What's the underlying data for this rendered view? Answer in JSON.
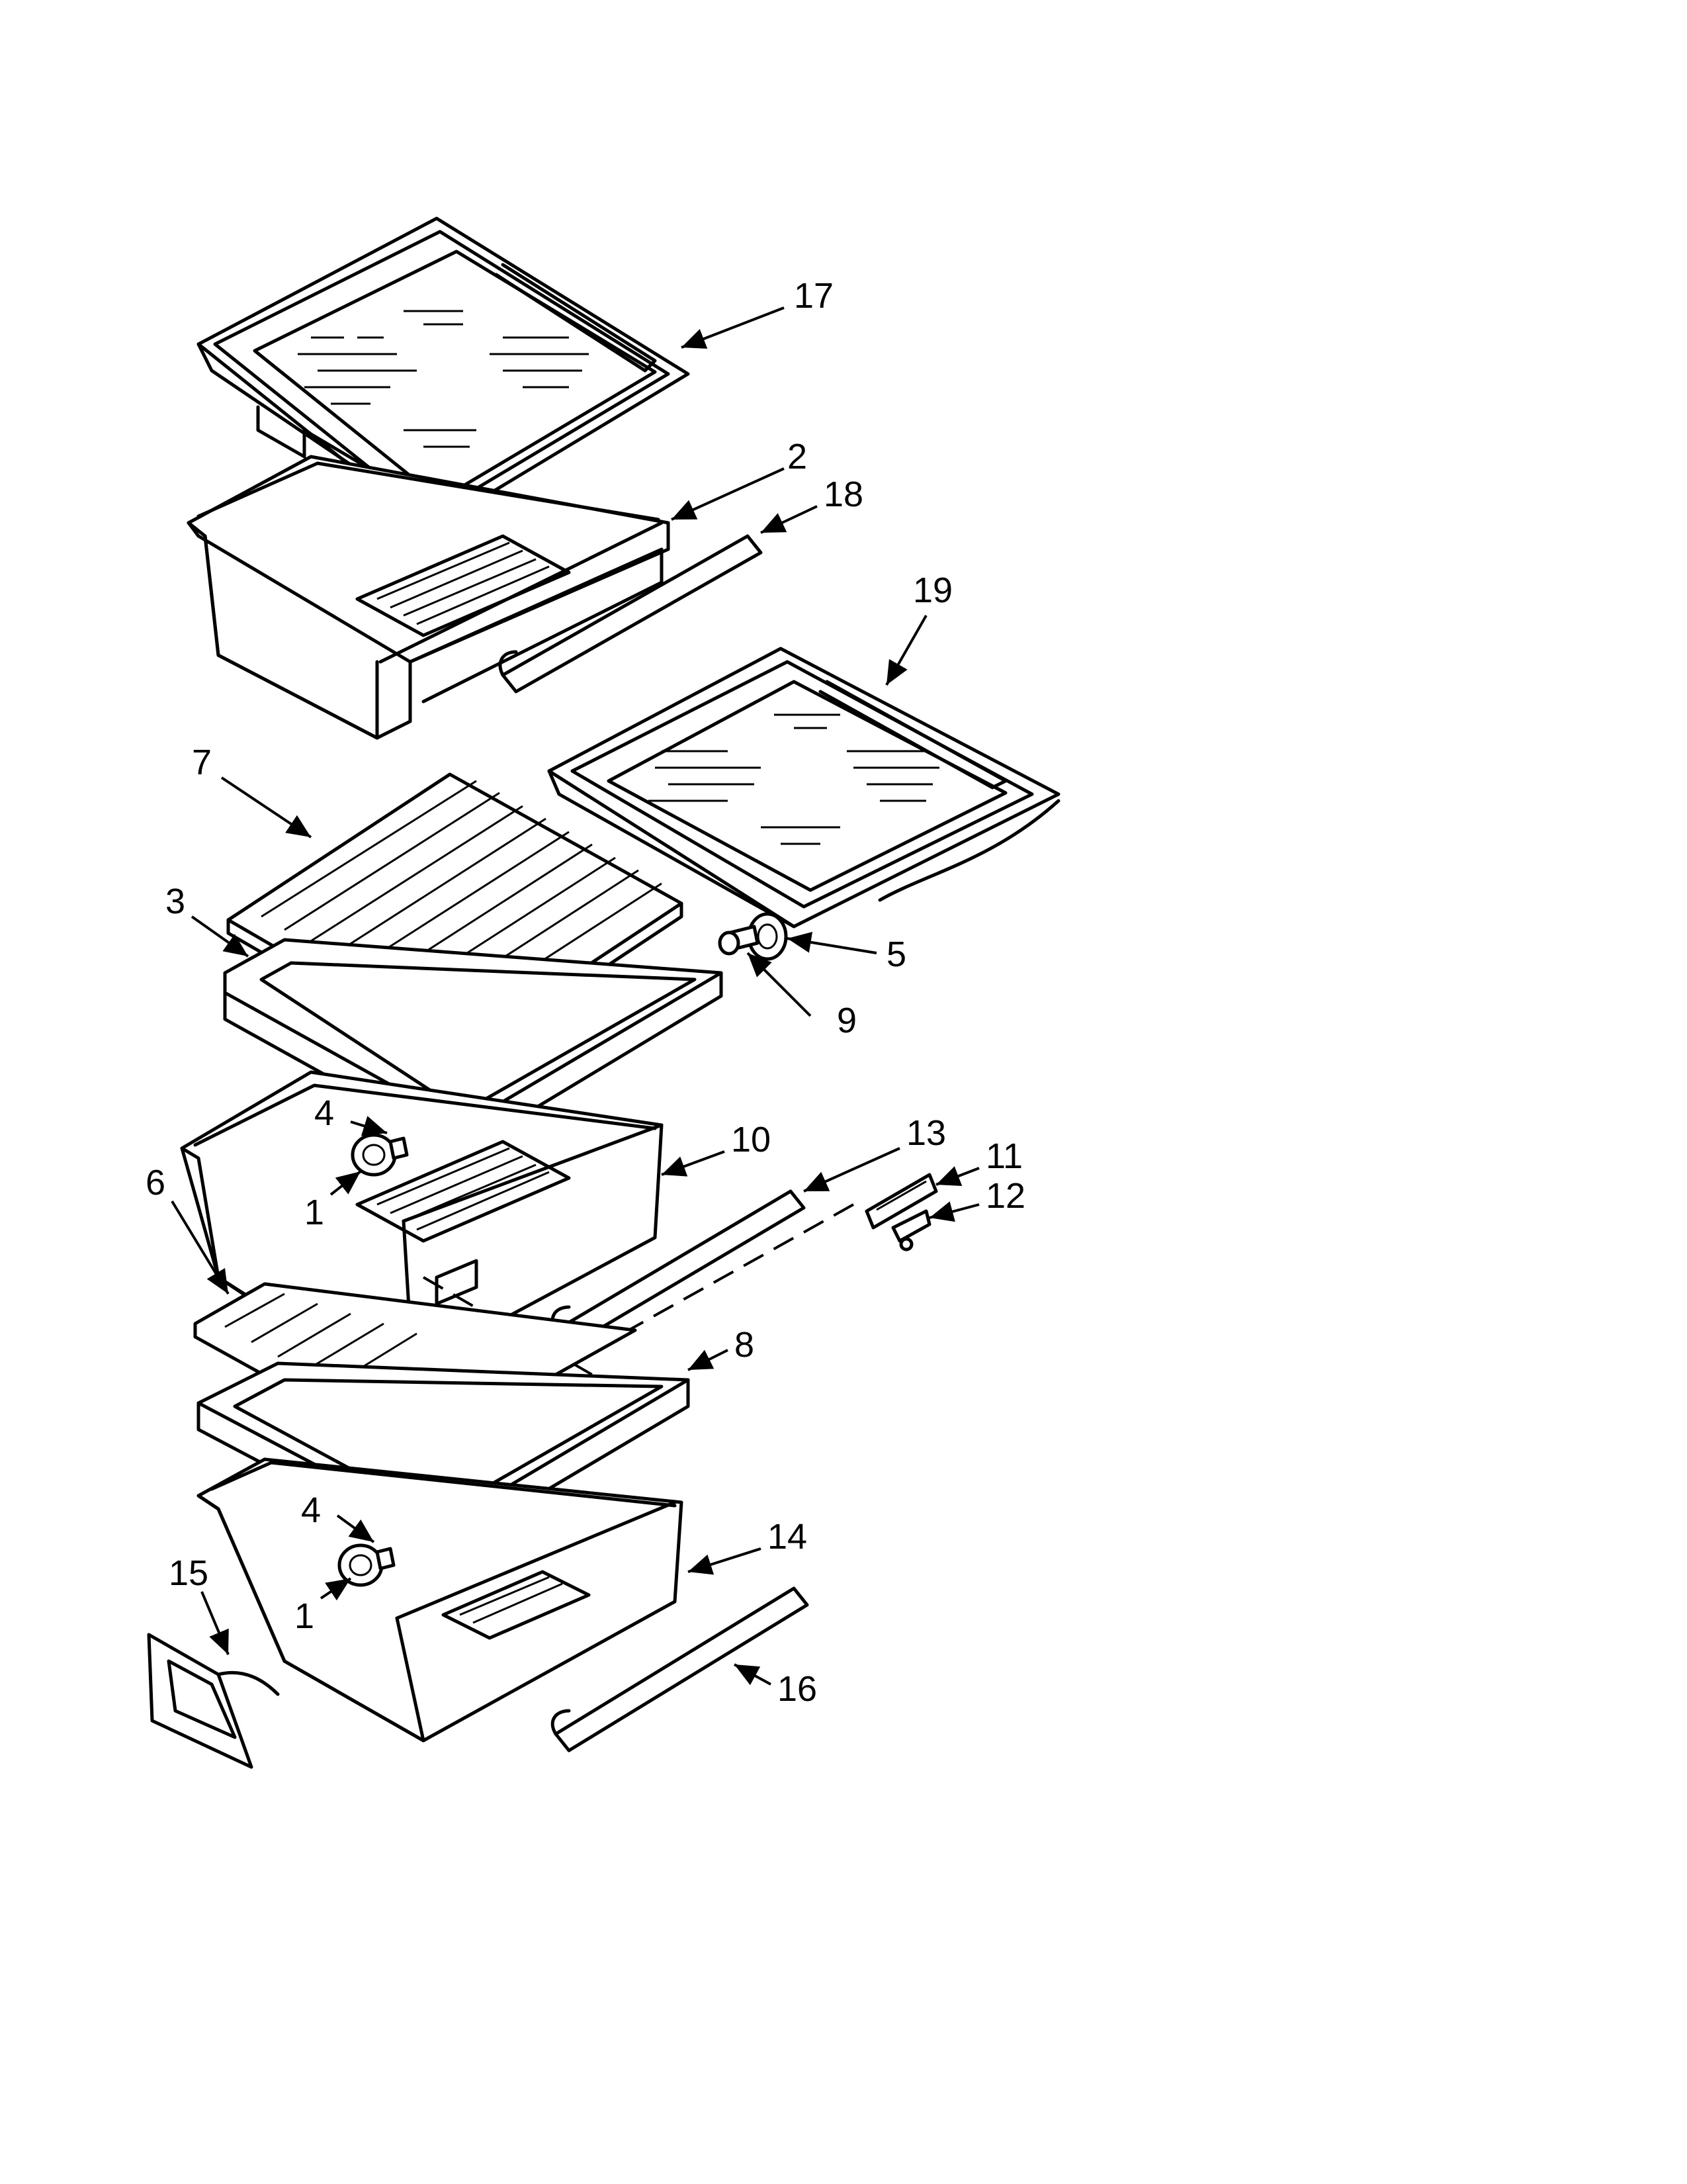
{
  "callouts": {
    "c1a": "1",
    "c1b": "1",
    "c2": "2",
    "c3": "3",
    "c4a": "4",
    "c4b": "4",
    "c5": "5",
    "c6": "6",
    "c7": "7",
    "c8": "8",
    "c9": "9",
    "c10": "10",
    "c11": "11",
    "c12": "12",
    "c13": "13",
    "c14": "14",
    "c15": "15",
    "c16": "16",
    "c17": "17",
    "c18": "18",
    "c19": "19"
  },
  "colors": {
    "line": "#000000",
    "background": "#ffffff"
  }
}
